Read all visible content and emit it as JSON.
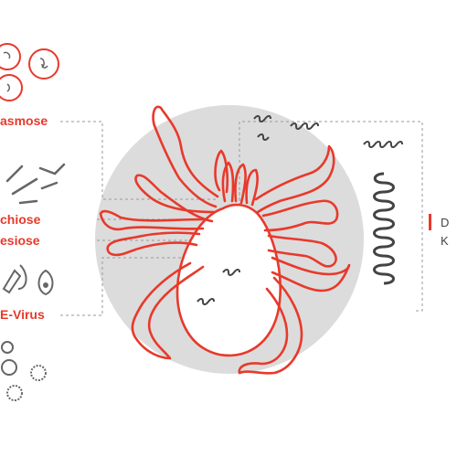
{
  "colors": {
    "accent": "#e8392b",
    "pathogen": "#444444",
    "body_fill": "#dcdcdc",
    "connector": "#9a9a9a"
  },
  "labels": {
    "anaplasmose": "asmose",
    "ehrlichiose": "chiose",
    "babesiose": "esiose",
    "fsme": "E-Virus"
  },
  "right_label": {
    "line1": "D",
    "line2": "K"
  },
  "icons": {
    "tick": "tick-icon",
    "borrelia": "spirochete-icon",
    "bacteria": "rod-bacteria-icon",
    "protozoa": "babesia-parasite-icon",
    "virus": "virus-particle-icon"
  }
}
